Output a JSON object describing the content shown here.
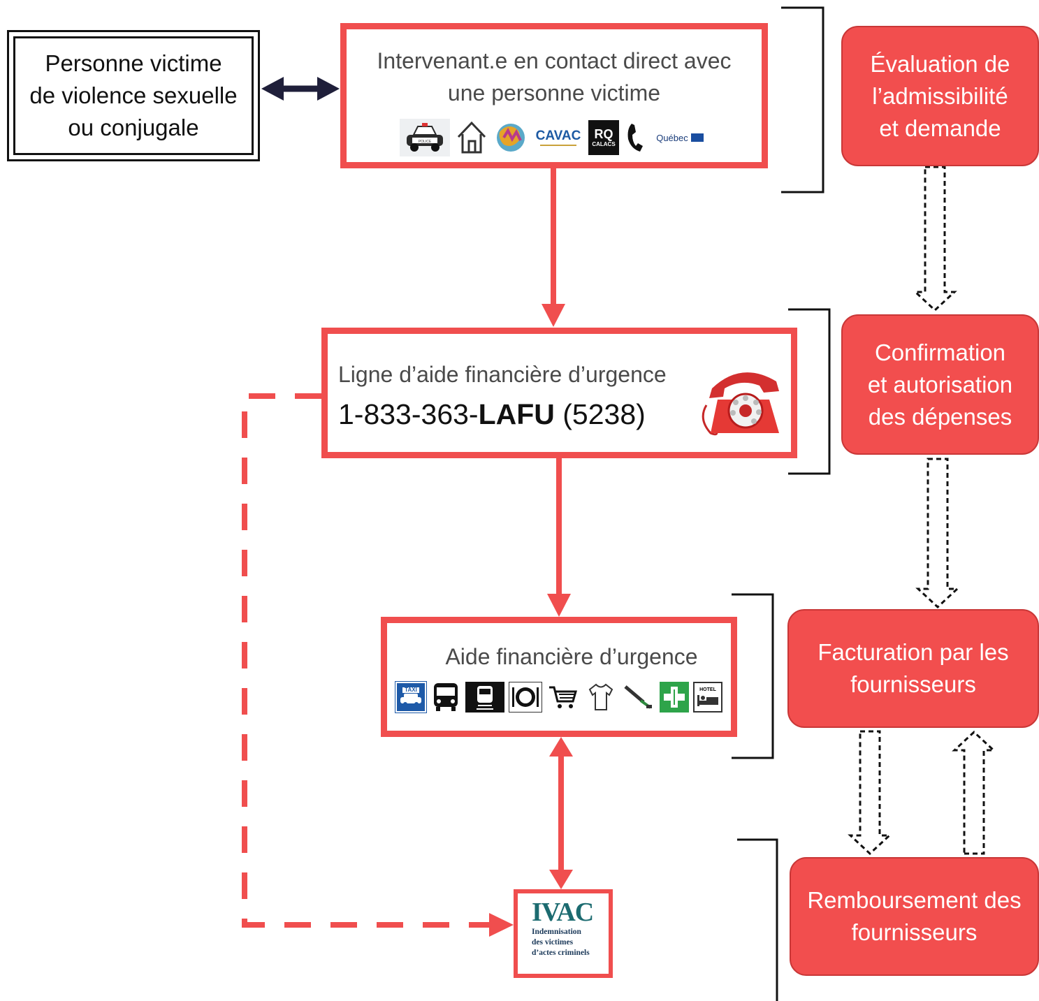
{
  "victim": {
    "lines": [
      "Personne victime",
      "de violence sexuelle",
      "ou conjugale"
    ]
  },
  "intervenant": {
    "title_lines": [
      "Intervenant.e en contact direct avec",
      "une personne victime"
    ],
    "logos": {
      "police": "POLICE",
      "cavac": "CAVAC",
      "rq": "RQ",
      "calacs": "CALACS",
      "quebec": "Québec"
    },
    "icons": [
      "police-car-icon",
      "house-icon",
      "globe-people-icon",
      "cavac-logo",
      "rq-calacs-logo",
      "telephone-icon",
      "quebec-logo"
    ]
  },
  "help_line": {
    "label": "Ligne d’aide financière d’urgence",
    "phone_prefix": "1-833-363-",
    "phone_letters": "LAFU",
    "phone_suffix": " (5238)",
    "icon": "red-rotary-phone-icon"
  },
  "emergency_aid": {
    "title": "Aide financière d’urgence",
    "icon_labels": {
      "taxi": "TAXI",
      "hotel": "HOTEL"
    },
    "icons": [
      "taxi-icon",
      "bus-icon",
      "train-icon",
      "meal-icon",
      "cart-icon",
      "clothing-icon",
      "toothbrush-icon",
      "pharmacy-icon",
      "hotel-icon"
    ]
  },
  "ivac": {
    "logo": "IVAC",
    "lines": [
      "Indemnisation",
      "des victimes",
      "d’actes criminels"
    ]
  },
  "phases": [
    {
      "lines": [
        "Évaluation de",
        "l’admissibilité",
        "et demande"
      ]
    },
    {
      "lines": [
        "Confirmation",
        "et autorisation",
        "des dépenses"
      ]
    },
    {
      "lines": [
        "Facturation par les",
        "fournisseurs"
      ]
    },
    {
      "lines": [
        "Remboursement des",
        "fournisseurs"
      ]
    }
  ],
  "colors": {
    "accent_red": "#f04e4e",
    "phase_fill": "#f24e4e",
    "navy_arrow": "#1f1f3a",
    "ivac_teal": "#1c6b70"
  }
}
